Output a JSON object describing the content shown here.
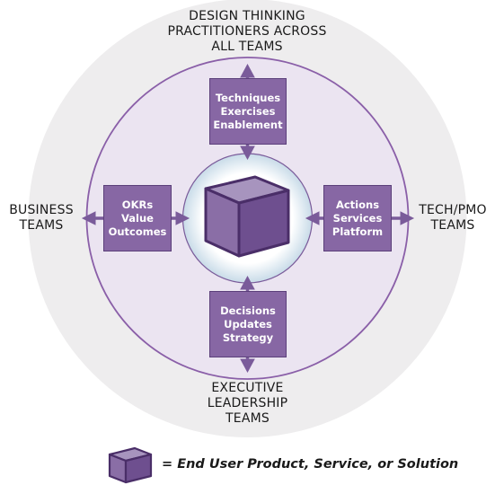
{
  "labels": {
    "top": [
      "DESIGN THINKING",
      "PRACTITIONERS ACROSS",
      "ALL TEAMS"
    ],
    "left": [
      "BUSINESS",
      "TEAMS"
    ],
    "right": [
      "TECH/PMO",
      "TEAMS"
    ],
    "bottom": [
      "EXECUTIVE",
      "LEADERSHIP",
      "TEAMS"
    ]
  },
  "boxes": {
    "top": [
      "Techniques",
      "Exercises",
      "Enablement"
    ],
    "left": [
      "OKRs",
      "Value",
      "Outcomes"
    ],
    "right": [
      "Actions",
      "Services",
      "Platform"
    ],
    "bottom": [
      "Decisions",
      "Updates",
      "Strategy"
    ]
  },
  "legend": {
    "text": "= End User Product, Service, or Solution"
  },
  "colors": {
    "outer_ring": "#eeedee",
    "inner_circle": "#ebe4f1",
    "circle_stroke": "#8a5fa8",
    "center_ring": "#c8dbe8",
    "box_fill": "#8767a4",
    "arrow": "#7a5b9a",
    "cube_top": "#a794be",
    "cube_left": "#8a6ea6",
    "cube_right": "#6e4f8f",
    "cube_stroke": "#4a2e68"
  },
  "icons": {
    "center": "cube-icon",
    "legend": "cube-icon"
  }
}
